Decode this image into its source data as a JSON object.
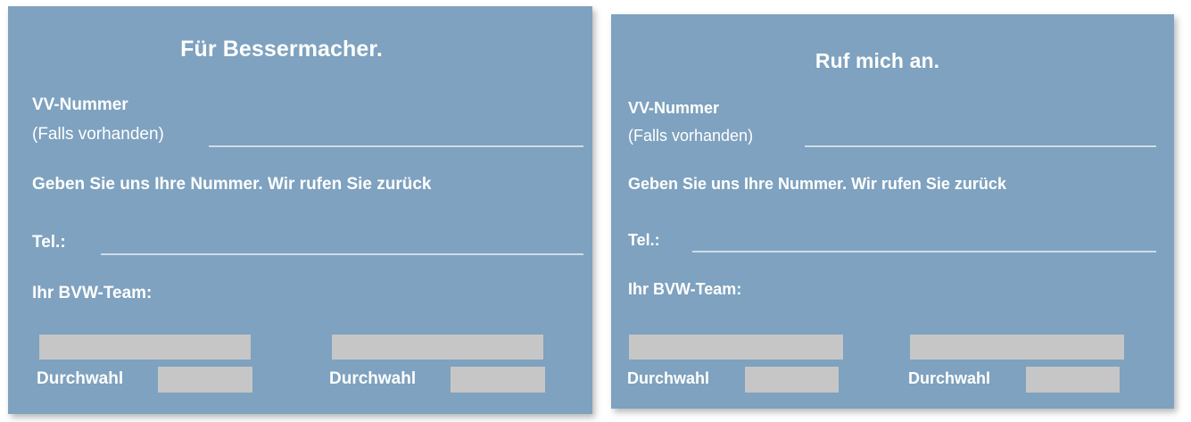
{
  "page": {
    "background_color": "#ffffff",
    "card_color": "#7ea2bf",
    "text_color": "#ffffff",
    "rule_color": "#cfdce8",
    "redaction_color": "#c6c6c6"
  },
  "cards": [
    {
      "id": "left",
      "title": "Für Bessermacher.",
      "vv_label_line1": "VV-Nummer",
      "vv_label_line2": "(Falls vorhanden)",
      "callout": "Geben Sie uns Ihre Nummer. Wir rufen Sie zurück",
      "tel_label": "Tel.:",
      "team_label": "Ihr BVW-Team:",
      "contacts": [
        {
          "name_redacted": "",
          "extension_label": "Durchwahl",
          "extension_redacted": ""
        },
        {
          "name_redacted": "",
          "extension_label": "Durchwahl",
          "extension_redacted": ""
        }
      ]
    },
    {
      "id": "right",
      "title": "Ruf mich an.",
      "vv_label_line1": "VV-Nummer",
      "vv_label_line2": "(Falls vorhanden)",
      "callout": "Geben Sie uns Ihre Nummer. Wir rufen Sie zurück",
      "tel_label": "Tel.:",
      "team_label": "Ihr BVW-Team:",
      "contacts": [
        {
          "name_redacted": "",
          "extension_label": "Durchwahl",
          "extension_redacted": ""
        },
        {
          "name_redacted": "",
          "extension_label": "Durchwahl",
          "extension_redacted": ""
        }
      ]
    }
  ]
}
